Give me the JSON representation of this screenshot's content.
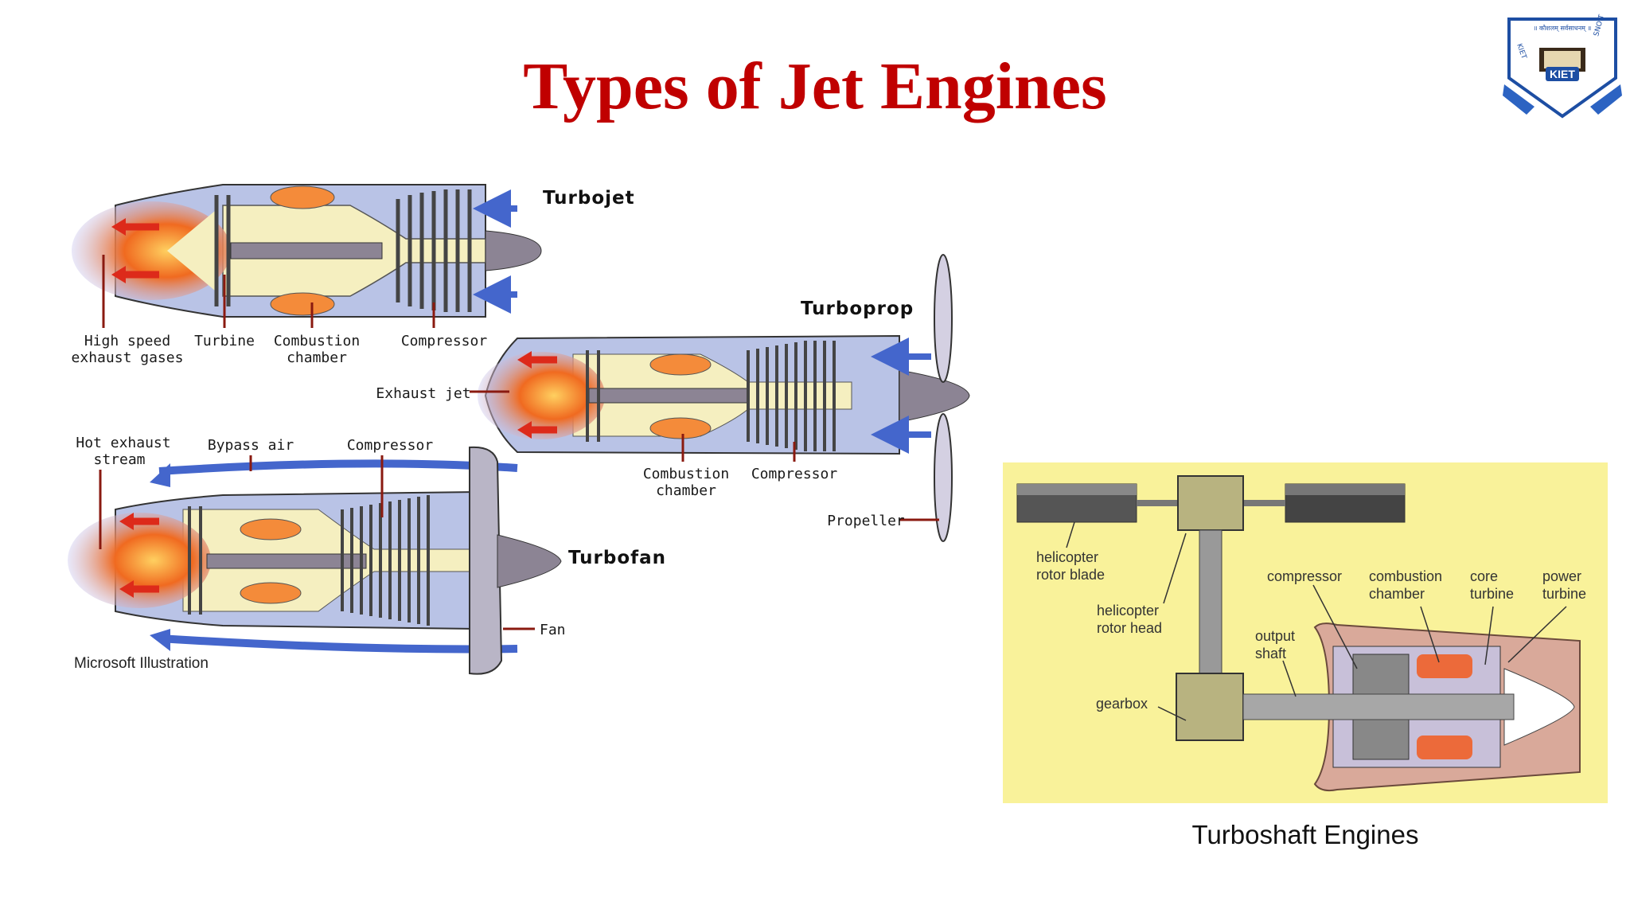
{
  "slide": {
    "title": "Types of Jet Engines",
    "caption": "Turboshaft Engines"
  },
  "logo": {
    "motto": "॥ कौशलम् सर्वसाधनम् ॥",
    "name": "KIET",
    "ring_text": "KIET GROUP OF INSTITUTIONS"
  },
  "turbojet": {
    "name": "Turbojet",
    "labels": {
      "exhaust": [
        "High speed",
        "exhaust gases"
      ],
      "turbine": "Turbine",
      "combustion": [
        "Combustion",
        "chamber"
      ],
      "compressor": "Compressor"
    }
  },
  "turboprop": {
    "name": "Turboprop",
    "labels": {
      "exhaust_jet": "Exhaust jet",
      "combustion": [
        "Combustion",
        "chamber"
      ],
      "compressor": "Compressor",
      "propeller": "Propeller"
    }
  },
  "turbofan": {
    "name": "Turbofan",
    "labels": {
      "hot_exhaust": [
        "Hot exhaust",
        "stream"
      ],
      "bypass_air": "Bypass air",
      "compressor": "Compressor",
      "fan": "Fan"
    },
    "credit": "Microsoft Illustration"
  },
  "turboshaft": {
    "labels": {
      "rotor_blade": [
        "helicopter",
        "rotor blade"
      ],
      "rotor_head": [
        "helicopter",
        "rotor head"
      ],
      "compressor": "compressor",
      "combustion": [
        "combustion",
        "chamber"
      ],
      "core_turbine": [
        "core",
        "turbine"
      ],
      "power_turbine": [
        "power",
        "turbine"
      ],
      "output_shaft": [
        "output",
        "shaft"
      ],
      "gearbox": "gearbox"
    }
  },
  "colors": {
    "title": "#c00000",
    "casing": "#b9c3e6",
    "core": "#f5efc0",
    "flame": "#f06020",
    "arrow_blue": "#4466cc",
    "arrow_red": "#dd2a1a",
    "turboshaft_bg": "#f9f29a"
  }
}
